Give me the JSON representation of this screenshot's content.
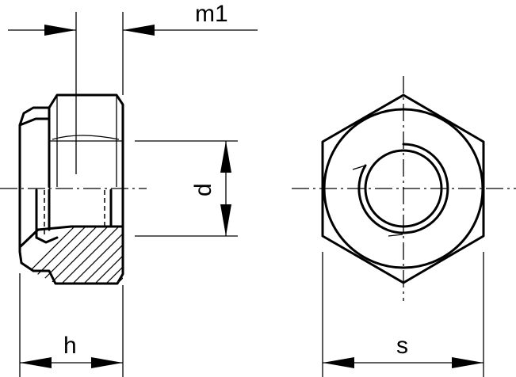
{
  "labels": {
    "m1": "m1",
    "d": "d",
    "h": "h",
    "s": "s"
  },
  "colors": {
    "line": "#000000",
    "background": "#ffffff"
  }
}
